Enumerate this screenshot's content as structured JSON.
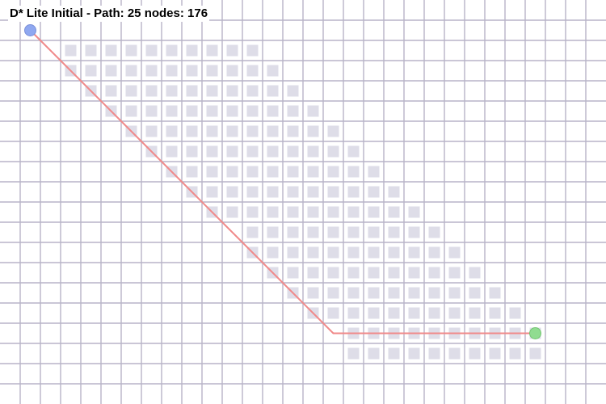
{
  "title": "D* Lite Initial - Path: 25 nodes: 176",
  "grid": {
    "cols": 30,
    "rows": 20
  },
  "colors": {
    "background": "#ffffff",
    "grid_line": "#b8b4c8",
    "explored": "#dedde8",
    "path": "#f08a8a",
    "start": "#8fa8f0",
    "goal": "#90dc90"
  },
  "start": {
    "col": 2,
    "row": 2
  },
  "goal": {
    "col": 27,
    "row": 17
  },
  "explored_rows": [
    {
      "row": 2,
      "from": 3,
      "to": 12
    },
    {
      "row": 3,
      "from": 3,
      "to": 13
    },
    {
      "row": 4,
      "from": 4,
      "to": 14
    },
    {
      "row": 5,
      "from": 5,
      "to": 15
    },
    {
      "row": 6,
      "from": 6,
      "to": 16
    },
    {
      "row": 7,
      "from": 7,
      "to": 17
    },
    {
      "row": 8,
      "from": 8,
      "to": 18
    },
    {
      "row": 9,
      "from": 9,
      "to": 19
    },
    {
      "row": 10,
      "from": 10,
      "to": 20
    },
    {
      "row": 11,
      "from": 12,
      "to": 21
    },
    {
      "row": 12,
      "from": 12,
      "to": 22
    },
    {
      "row": 13,
      "from": 13,
      "to": 23
    },
    {
      "row": 14,
      "from": 14,
      "to": 24
    },
    {
      "row": 15,
      "from": 15,
      "to": 25
    },
    {
      "row": 16,
      "from": 17,
      "to": 26
    },
    {
      "row": 17,
      "from": 17,
      "to": 26
    }
  ],
  "path": [
    [
      2,
      2
    ],
    [
      3,
      3
    ],
    [
      4,
      4
    ],
    [
      5,
      5
    ],
    [
      6,
      6
    ],
    [
      7,
      7
    ],
    [
      8,
      8
    ],
    [
      9,
      9
    ],
    [
      10,
      10
    ],
    [
      11,
      11
    ],
    [
      12,
      12
    ],
    [
      13,
      13
    ],
    [
      14,
      14
    ],
    [
      15,
      15
    ],
    [
      16,
      16
    ],
    [
      17,
      17
    ],
    [
      18,
      17
    ],
    [
      19,
      17
    ],
    [
      20,
      17
    ],
    [
      21,
      17
    ],
    [
      22,
      17
    ],
    [
      23,
      17
    ],
    [
      24,
      17
    ],
    [
      25,
      17
    ],
    [
      26,
      17
    ],
    [
      27,
      17
    ]
  ]
}
